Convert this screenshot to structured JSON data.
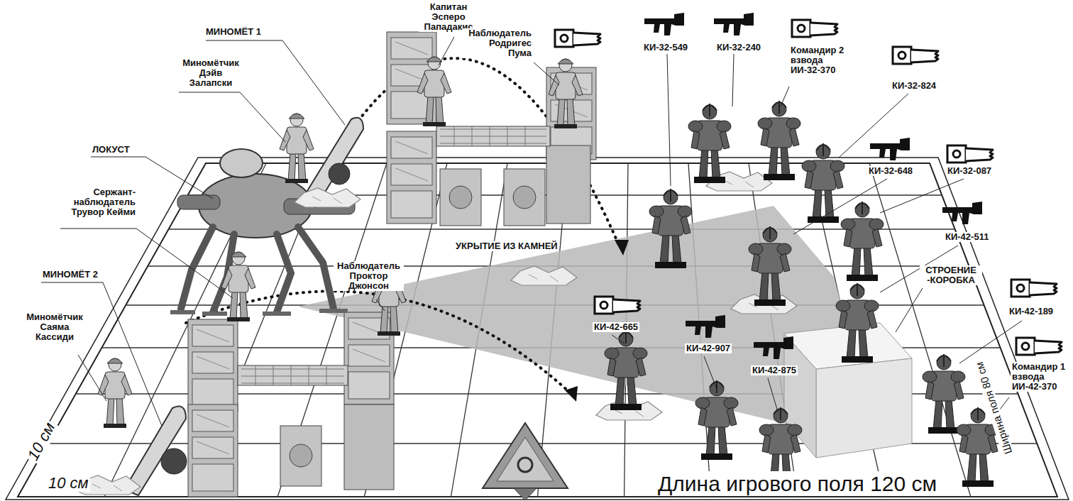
{
  "diagram": {
    "labels": [
      "МИНОМЁТ 1",
      "Миномётчик Дэйв Залапски",
      "ЛОКУСТ",
      "Сержант-наблюдатель Трувор Кейми",
      "МИНОМЁТ 2",
      "Миномётчик Саяма Кассиди",
      "Капитан Эсперо Пападакис",
      "Наблюдатель Родригес Пума",
      "Наблюдатель Проктор Джонсон",
      "УКРЫТИЕ ИЗ КАМНЕЙ",
      "КИ-32-549",
      "КИ-32-240",
      "Командир 2 взвода ИИ-32-370",
      "КИ-32-824",
      "КИ-32-648",
      "КИ-32-087",
      "КИ-42-511",
      "СТРОЕНИЕ -КОРОБКА",
      "КИ-42-189",
      "Командир 1 взвода ИИ-42-370",
      "КИ-42-665",
      "КИ-42-907",
      "КИ-42-875",
      "10 см",
      "10 см",
      "Длина игрового поля 120 см",
      "Ширина поля 80 см"
    ]
  }
}
